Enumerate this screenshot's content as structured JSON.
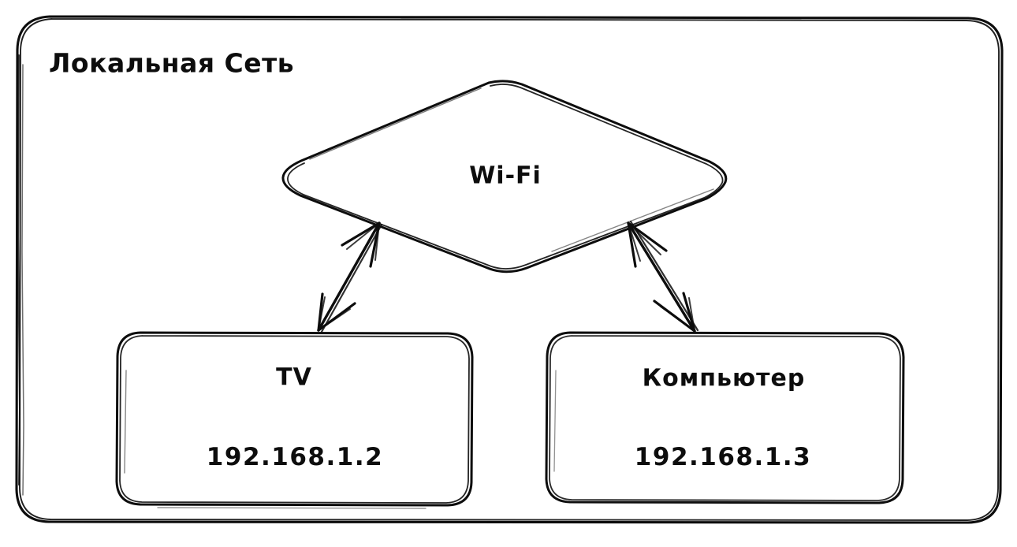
{
  "diagram": {
    "title": "Локальная Сеть",
    "background_color": "#ffffff",
    "stroke_color": "#0d0d0d",
    "style": "hand-drawn"
  },
  "group": {
    "label": "Локальная Сеть",
    "shape": "rounded-rectangle"
  },
  "hub": {
    "label": "Wi-Fi",
    "shape": "diamond"
  },
  "nodes": [
    {
      "name": "TV",
      "ip": "192.168.1.2",
      "shape": "rounded-rectangle"
    },
    {
      "name": "Компьютер",
      "ip": "192.168.1.3",
      "shape": "rounded-rectangle"
    }
  ],
  "connections": [
    {
      "from": "Wi-Fi",
      "to": "TV",
      "direction": "bidirectional",
      "label": ""
    },
    {
      "from": "Wi-Fi",
      "to": "Компьютер",
      "direction": "bidirectional",
      "label": ""
    }
  ]
}
